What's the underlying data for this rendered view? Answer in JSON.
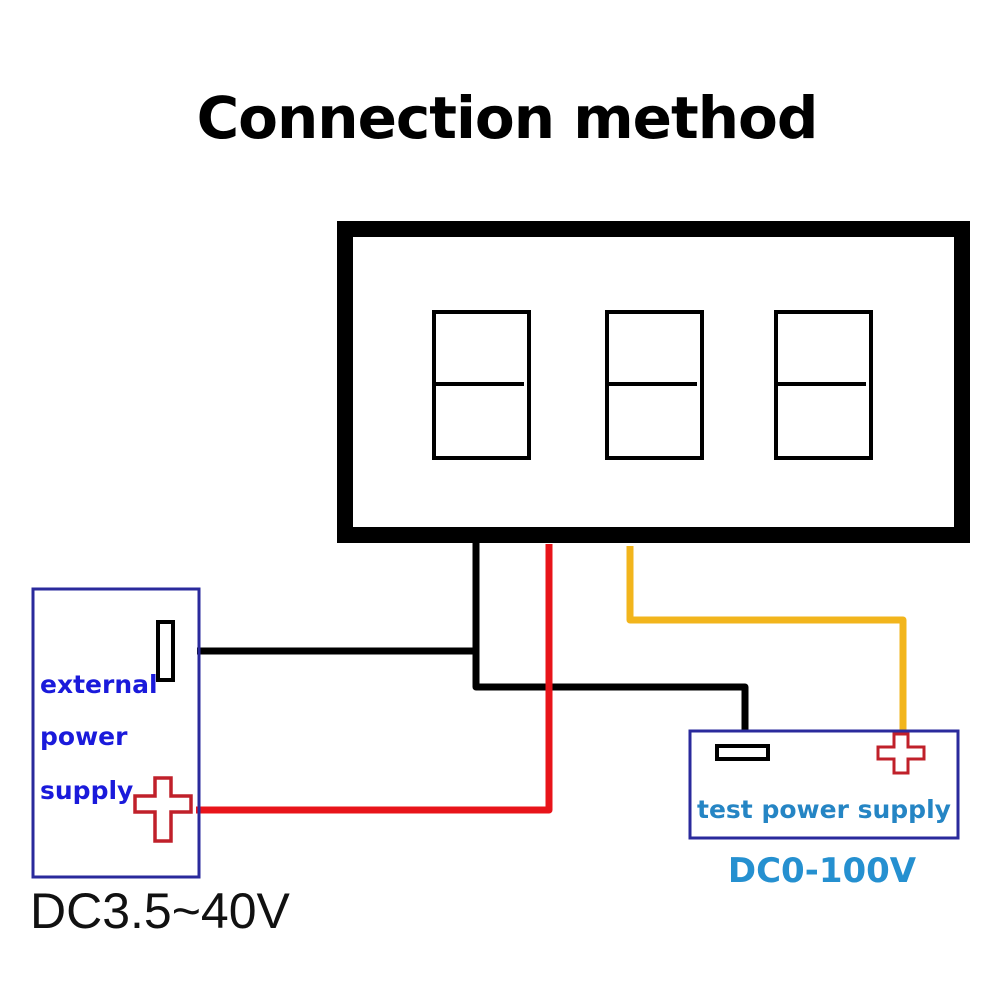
{
  "title": "Connection method",
  "display_module": {
    "digit_count": 3,
    "wires": [
      {
        "name": "negative",
        "color": "#000000"
      },
      {
        "name": "power-positive",
        "color": "#e8141a"
      },
      {
        "name": "measure-positive",
        "color": "#f2b51c"
      }
    ]
  },
  "external_supply": {
    "label_lines": [
      "external",
      "power",
      "supply"
    ],
    "range": "DC3.5~40V",
    "border_color": "#2a2a9c",
    "text_color": "#1a1adb"
  },
  "test_supply": {
    "label": "test power supply",
    "range": "DC0-100V",
    "border_color": "#2a2a9c",
    "text_color": "#2585c4"
  },
  "symbols": {
    "negative": "minus-terminal",
    "positive": "plus-terminal",
    "plus_color": "#c0202a"
  }
}
